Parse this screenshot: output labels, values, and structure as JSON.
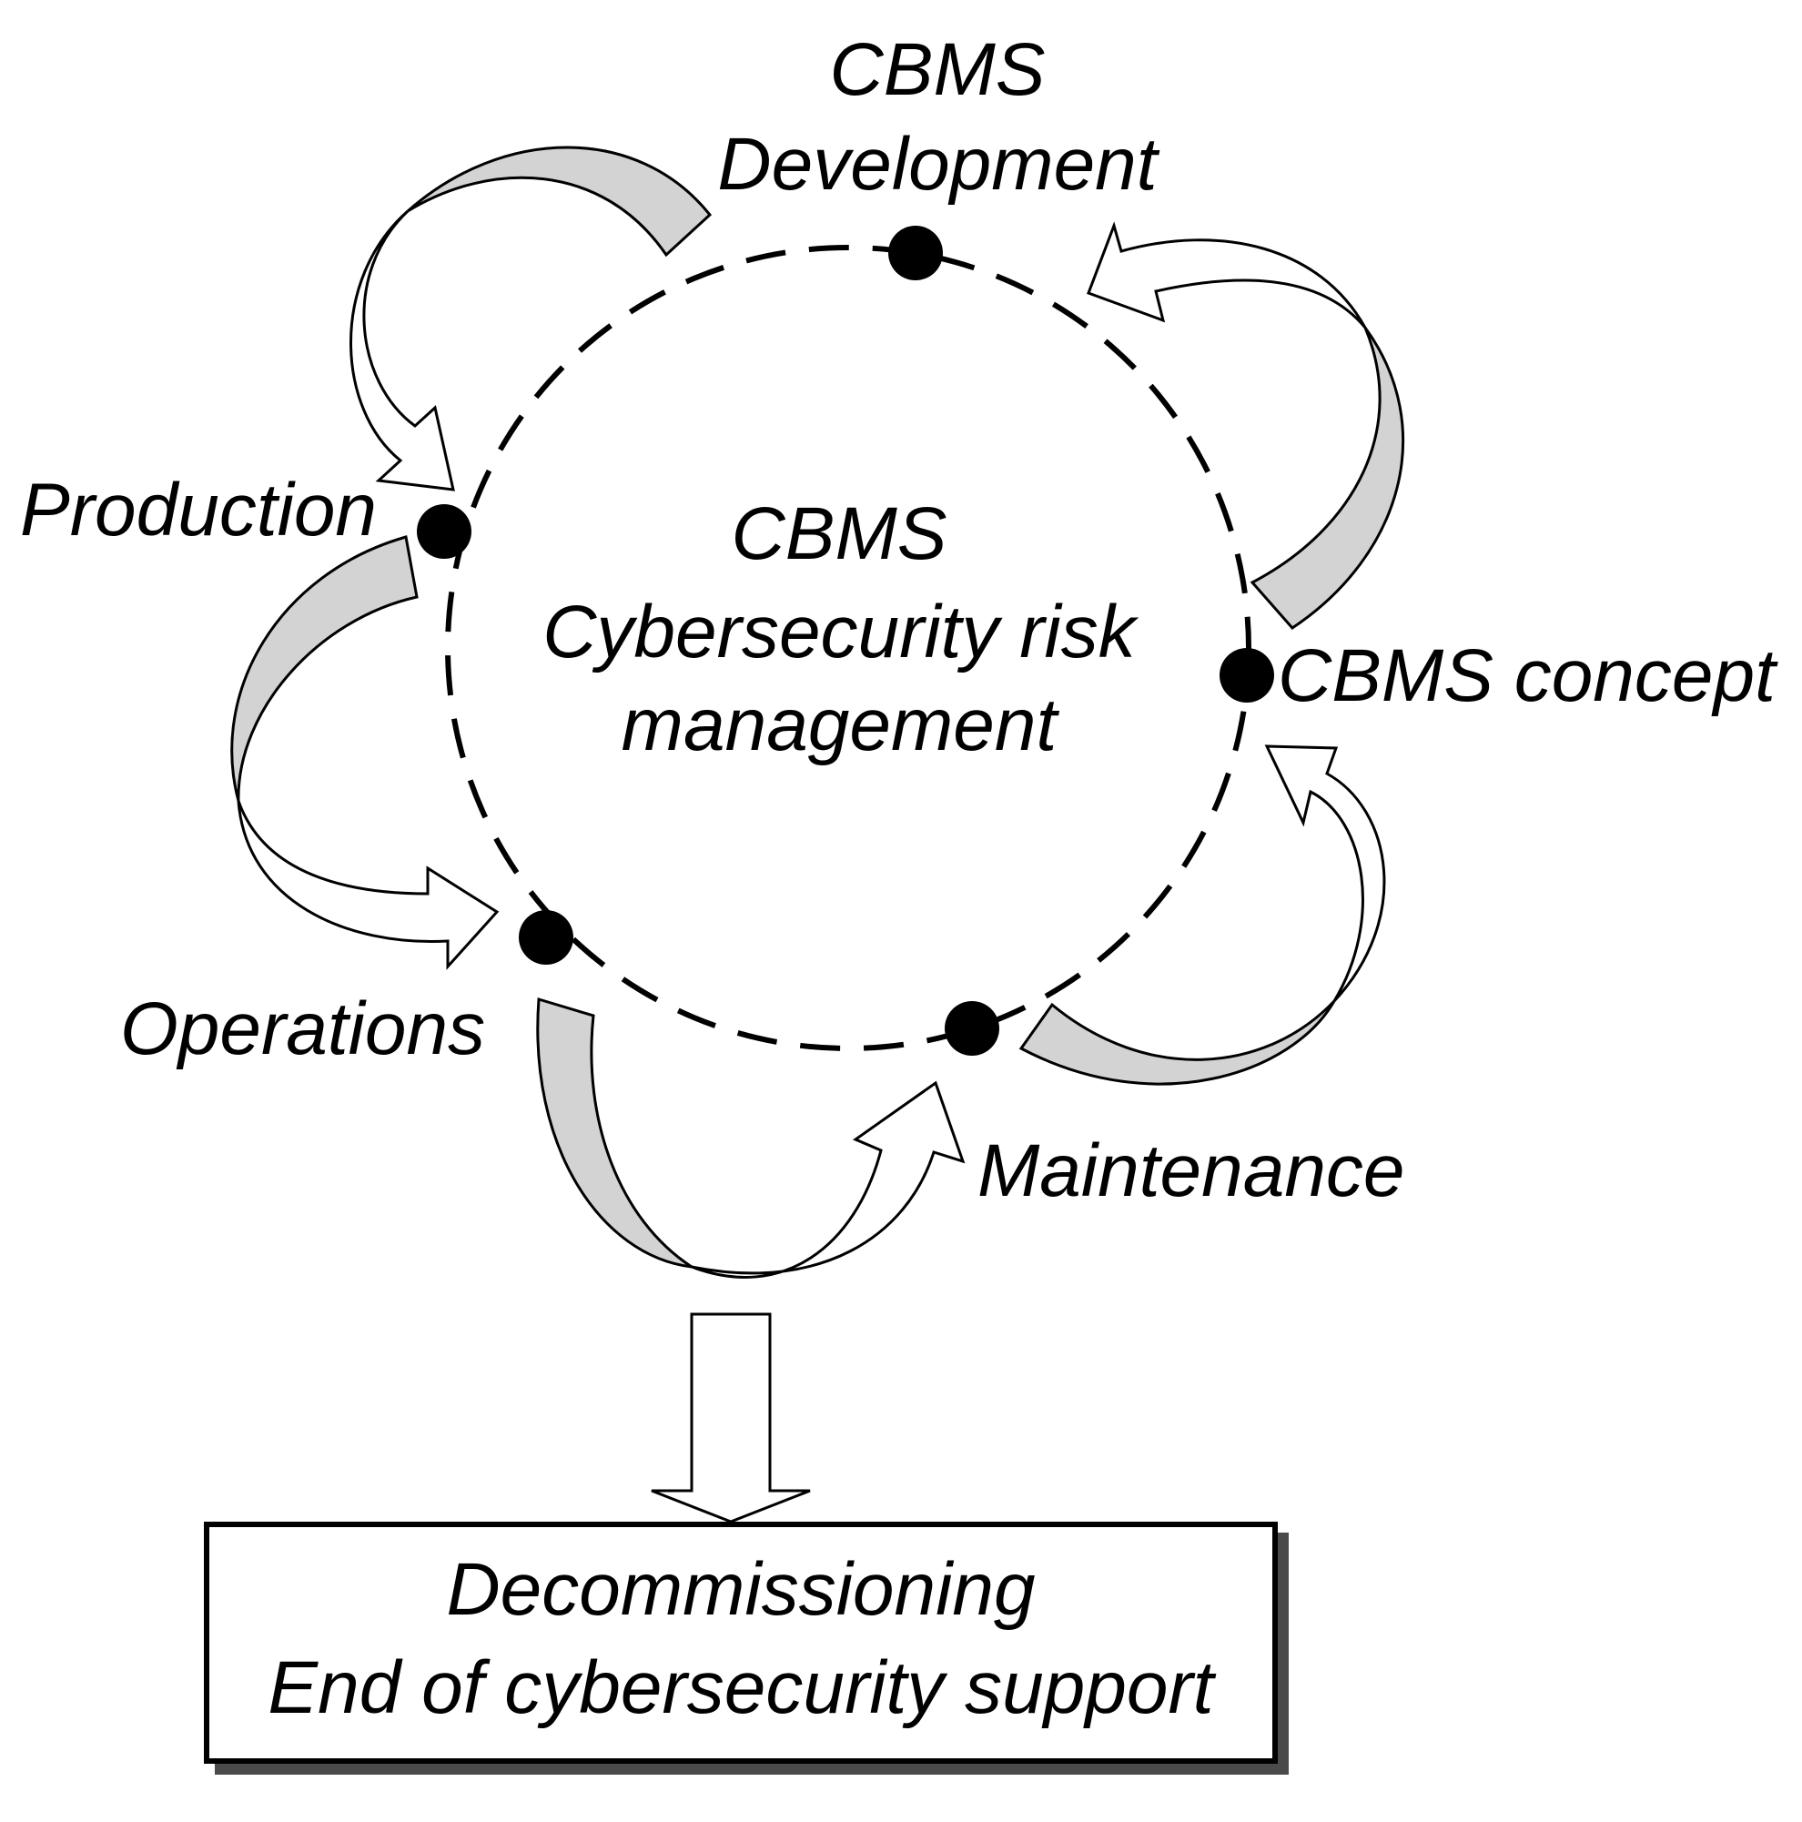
{
  "center": {
    "line1": "CBMS",
    "line2": "Cybersecurity risk",
    "line3": "management"
  },
  "stages": {
    "development": {
      "line1": "CBMS",
      "line2": "Development"
    },
    "concept": "CBMS concept",
    "production": "Production",
    "operations": "Operations",
    "maintenance": "Maintenance"
  },
  "decommissioning": {
    "line1": "Decommissioning",
    "line2": "End of cybersecurity support"
  },
  "colors": {
    "arrow_fill": "#d3d3d3",
    "outline": "#000000",
    "background": "#ffffff"
  }
}
